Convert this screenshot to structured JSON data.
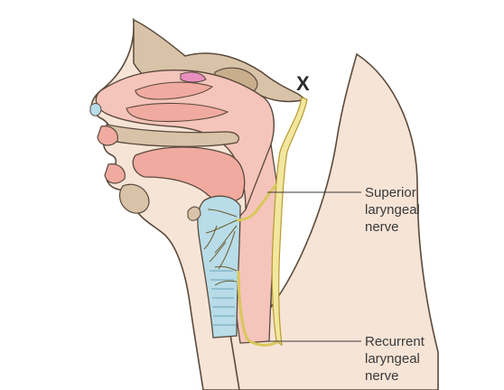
{
  "diagram": {
    "marker": "X",
    "labels": {
      "superior": [
        "Superior",
        "laryngeal",
        "nerve"
      ],
      "recurrent": [
        "Recurrent",
        "laryngeal",
        "nerve"
      ]
    },
    "colors": {
      "outline": "#5a4a3c",
      "skin": "#f6e4d6",
      "bone": "#d8c3a8",
      "mucosa": "#f0aaa0",
      "airway": "#f5c4bb",
      "trachea": "#b8dce8",
      "nerve": "#f2e7a0",
      "nerve_outline": "#b89a2e"
    }
  }
}
